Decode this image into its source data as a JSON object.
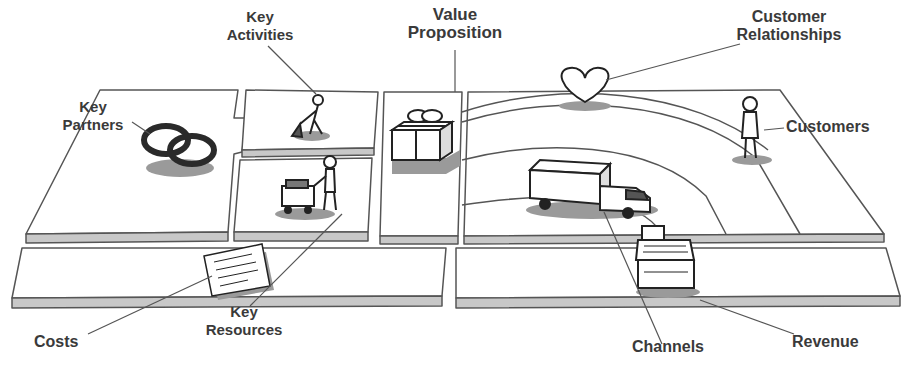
{
  "diagram": {
    "labels": [
      "Key Activities",
      "Value Proposition",
      "Customer Relationships",
      "Key Partners",
      "Customers",
      "Costs",
      "Key Resources",
      "Channels",
      "Revenue"
    ]
  }
}
